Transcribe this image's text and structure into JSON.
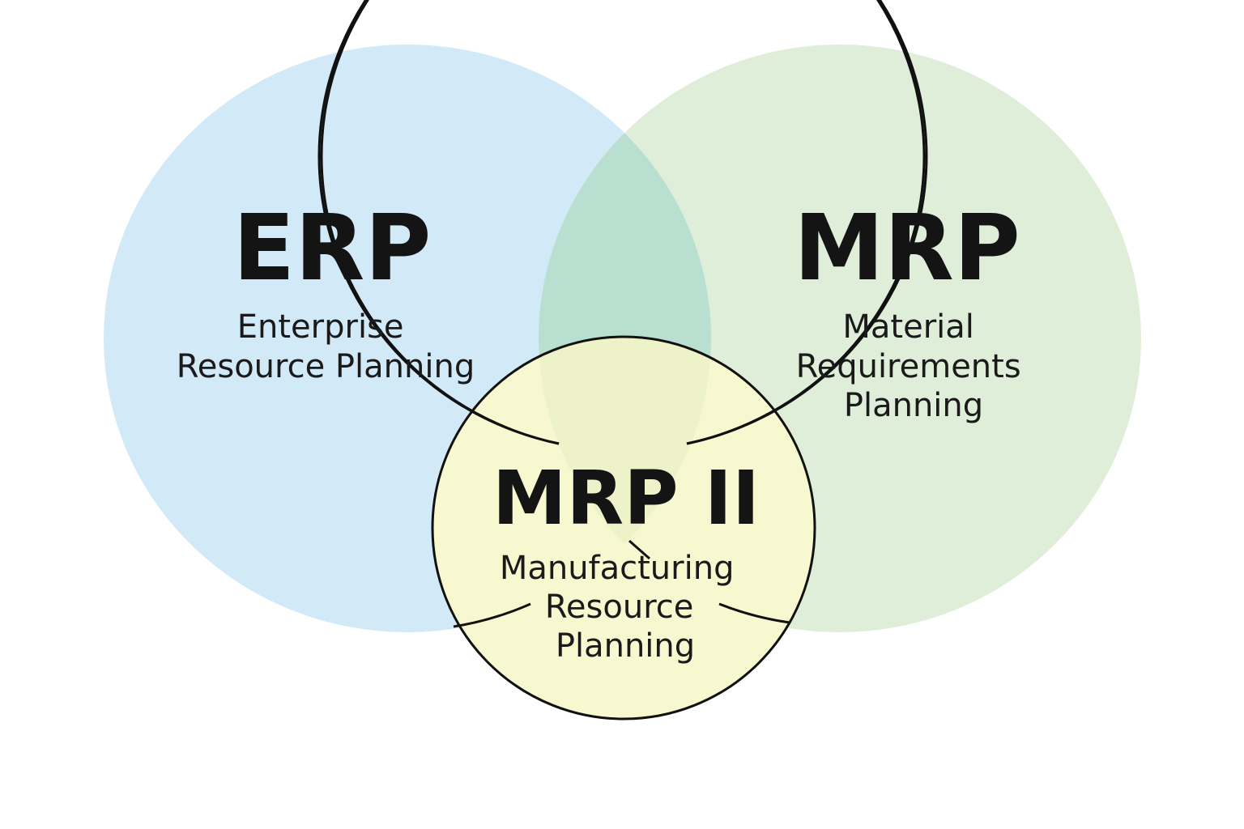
{
  "sets": {
    "erp": {
      "abbreviation": "ERP",
      "full_name_lines": [
        "Enterprise",
        "Resource Planning"
      ],
      "fill": "#d2e9f8"
    },
    "mrp": {
      "abbreviation": "MRP",
      "full_name_lines": [
        "Material",
        "Requirements",
        "Planning"
      ],
      "fill": "#dfeed8"
    },
    "mrp2": {
      "abbreviation": "MRP II",
      "full_name_lines": [
        "Manufacturing",
        "Resource",
        "Planning"
      ],
      "fill": "#f7f8cf"
    }
  },
  "colors": {
    "erp_mrp_overlap": "#b9dfd1",
    "mrp2_overlap": "#eef2c9",
    "outline": "#111111",
    "background": "#ffffff"
  }
}
